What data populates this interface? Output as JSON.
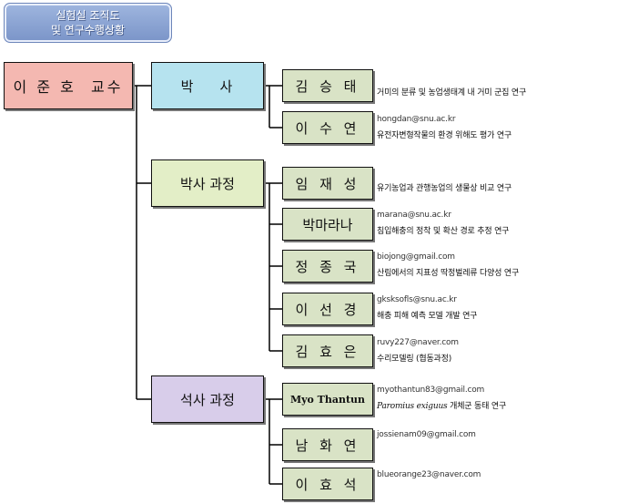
{
  "title": {
    "line1": "실험실 조직도",
    "line2": "및 연구수행상황"
  },
  "professor": "이 준 호  교수",
  "categories": {
    "doctor": "박    사",
    "phd": "박사 과정",
    "ms": "석사 과정"
  },
  "people": [
    {
      "name": "김 승 태",
      "email": "",
      "research": "거미의 분류 및 농업생태계 내 거미 군집 연구"
    },
    {
      "name": "이 수 연",
      "email": "hongdan@snu.ac.kr",
      "research": "유전자변형작물의 환경 위해도 평가 연구"
    },
    {
      "name": "임 재 성",
      "email": "",
      "research": "유기농업과 관행농업의 생물상 비교 연구"
    },
    {
      "name": "박마라나",
      "email": "marana@snu.ac.kr",
      "research": "침입해충의 정착 및 확산 경로 추정 연구"
    },
    {
      "name": "정 종 국",
      "email": "biojong@gmail.com",
      "research": "산림에서의 지표성 딱정벌레류 다양성 연구"
    },
    {
      "name": "이 선 경",
      "email": "gksksofls@snu.ac.kr",
      "research": "해충 피해 예측 모델 개발 연구"
    },
    {
      "name": "김 효 은",
      "email": "ruvy227@naver.com",
      "research": "수리모델링 (협동과정)"
    },
    {
      "name": "Myo Thantun",
      "email": "myothantun83@gmail.com",
      "research_italic": "Paromius exiguus",
      "research": " 개체군 동태 연구"
    },
    {
      "name": "남 화 연",
      "email": "jossienam09@gmail.com",
      "research": ""
    },
    {
      "name": "이 효 석",
      "email": "blueorange23@naver.com",
      "research": ""
    }
  ]
}
